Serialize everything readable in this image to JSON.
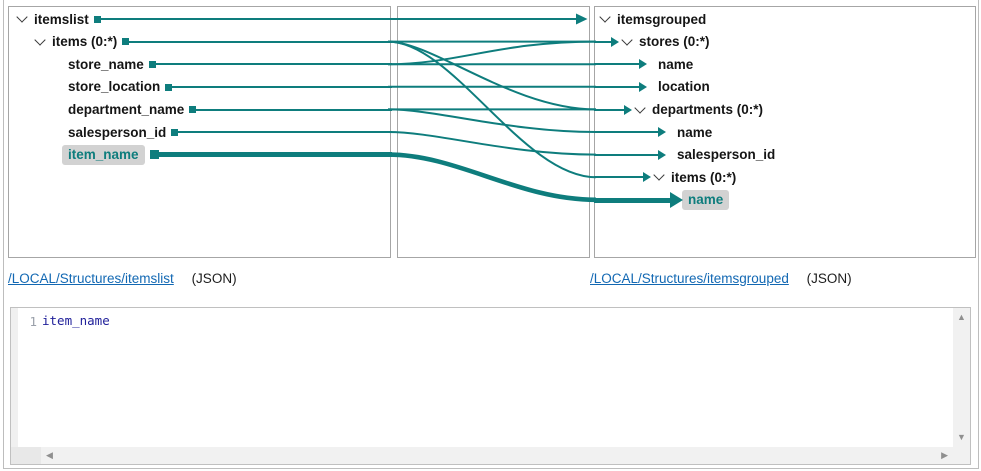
{
  "colors": {
    "accent": "#0e7d7d",
    "link_blue": "#1268b3",
    "selected_bg": "#d2d2d2",
    "node_text": "#151515",
    "code_text": "#20209a",
    "panel_border": "#a6a6a6"
  },
  "mapper": {
    "source": {
      "nodes": [
        {
          "label": "itemslist",
          "pad": 8,
          "chevron": true
        },
        {
          "label": "items (0:*)",
          "pad": 26,
          "chevron": true
        },
        {
          "label": "store_name",
          "pad": 59
        },
        {
          "label": "store_location",
          "pad": 59
        },
        {
          "label": "department_name",
          "pad": 59
        },
        {
          "label": "salesperson_id",
          "pad": 59
        },
        {
          "label": "item_name",
          "pad": 59,
          "selected": true,
          "thick": true
        }
      ]
    },
    "target": {
      "nodes": [
        {
          "label": "itemsgrouped",
          "pad": 5,
          "chevron": true,
          "leader": 0
        },
        {
          "label": "stores (0:*)",
          "pad": 27,
          "chevron": true,
          "leader": 17
        },
        {
          "label": "name",
          "pad": 63,
          "leader": 45
        },
        {
          "label": "location",
          "pad": 63,
          "leader": 45
        },
        {
          "label": "departments (0:*)",
          "pad": 40,
          "chevron": true,
          "leader": 30
        },
        {
          "label": "name",
          "pad": 82,
          "leader": 64
        },
        {
          "label": "salesperson_id",
          "pad": 82,
          "leader": 64
        },
        {
          "label": "items (0:*)",
          "pad": 59,
          "chevron": true,
          "leader": 49
        },
        {
          "label": "name",
          "pad": 93,
          "leader": 76,
          "selected": true,
          "thick": true
        }
      ]
    },
    "mappings": [
      {
        "from": "itemslist",
        "to": "itemsgrouped",
        "from_row": 0,
        "to_row": 0,
        "style": "arrow"
      },
      {
        "from": "items",
        "to": "stores",
        "from_row": 1,
        "to_row": 1
      },
      {
        "from": "items",
        "to": "departments",
        "from_row": 1,
        "to_row": 4,
        "c1": 45,
        "c2": 125
      },
      {
        "from": "items",
        "to": "items",
        "from_row": 1,
        "to_row": 7,
        "c1": 65,
        "c2": 135
      },
      {
        "from": "store_name",
        "to": "stores",
        "from_row": 2,
        "to_row": 1,
        "c1": 70,
        "c2": 110
      },
      {
        "from": "store_name",
        "to": "name",
        "from_row": 2,
        "to_row": 2
      },
      {
        "from": "store_location",
        "to": "location",
        "from_row": 3,
        "to_row": 3
      },
      {
        "from": "department_name",
        "to": "departments",
        "from_row": 4,
        "to_row": 4
      },
      {
        "from": "department_name",
        "to": "name",
        "from_row": 4,
        "to_row": 5,
        "c1": 50,
        "c2": 120
      },
      {
        "from": "salesperson_id",
        "to": "salesperson_id",
        "from_row": 5,
        "to_row": 6,
        "c1": 50,
        "c2": 120
      },
      {
        "from": "item_name",
        "to": "name",
        "from_row": 6,
        "to_row": 8,
        "c1": 70,
        "c2": 130,
        "thick": true
      }
    ]
  },
  "links": {
    "source": {
      "text": "/LOCAL/Structures/itemslist",
      "format": "(JSON)"
    },
    "target": {
      "text": "/LOCAL/Structures/itemsgrouped",
      "format": "(JSON)"
    }
  },
  "editor": {
    "line_number": "1",
    "code": "item_name"
  }
}
